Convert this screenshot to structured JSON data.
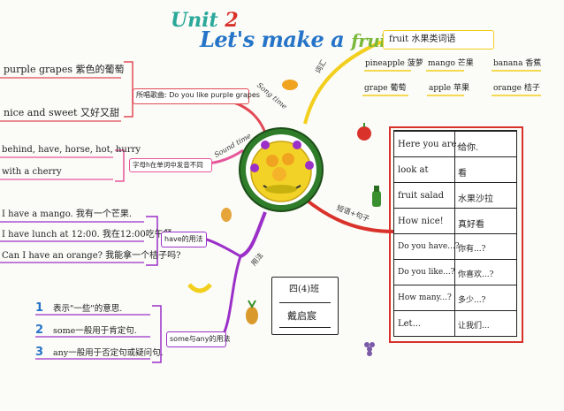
{
  "title": {
    "unit": "Unit",
    "number": "2",
    "lesson_part1": "Let's make a ",
    "lesson_part2": "fruit salad"
  },
  "branches": {
    "vocab": "词汇",
    "song": "Song time",
    "sound": "Sound time",
    "usage": "用法",
    "sentences": "短语+句子"
  },
  "fruit_vocab": {
    "heading": "fruit 水果类词语",
    "items": [
      "pineapple 菠萝",
      "mango 芒果",
      "banana 香蕉",
      "grape 葡萄",
      "apple 苹果",
      "orange 桔子"
    ]
  },
  "song_time": {
    "label": "所唱歌曲: Do you like purple grapes",
    "lines": [
      "purple grapes 紫色的葡萄",
      "nice and sweet 又好又甜"
    ]
  },
  "sound_time": {
    "label": "字母h在单词中发音不同",
    "lines": [
      "behind, have, horse, hot, hurry",
      "with a cherry"
    ]
  },
  "have_usage": {
    "label": "have的用法",
    "lines": [
      "I have a mango. 我有一个芒果.",
      "I have lunch at 12:00. 我在12:00吃午餐.",
      "Can I have an orange? 我能拿一个桔子吗?"
    ]
  },
  "some_any": {
    "label": "some与any的用法",
    "items": [
      {
        "num": "1",
        "text": "表示\"一些\"的意思."
      },
      {
        "num": "2",
        "text": "some一般用于肯定句."
      },
      {
        "num": "3",
        "text": "any一般用于否定句或疑问句."
      }
    ]
  },
  "phrases": [
    {
      "en": "Here you are.",
      "zh": "给你."
    },
    {
      "en": "look at",
      "zh": "看"
    },
    {
      "en": "fruit salad",
      "zh": "水果沙拉"
    },
    {
      "en": "How nice!",
      "zh": "真好看"
    },
    {
      "en": "Do you have...?",
      "zh": "你有...?"
    },
    {
      "en": "Do you like...?",
      "zh": "你喜欢...?"
    },
    {
      "en": "How many...?",
      "zh": "多少...?"
    },
    {
      "en": "Let...",
      "zh": "让我们..."
    }
  ],
  "name_card": {
    "class": "四(4)班",
    "name": "戴启宸"
  },
  "colors": {
    "yellow": "#f2cf1d",
    "red": "#d9322b",
    "purple": "#9b30c8",
    "pink": "#e7569b",
    "green": "#3a8f2e",
    "teal": "#2aa89a",
    "blue": "#2574c8"
  }
}
